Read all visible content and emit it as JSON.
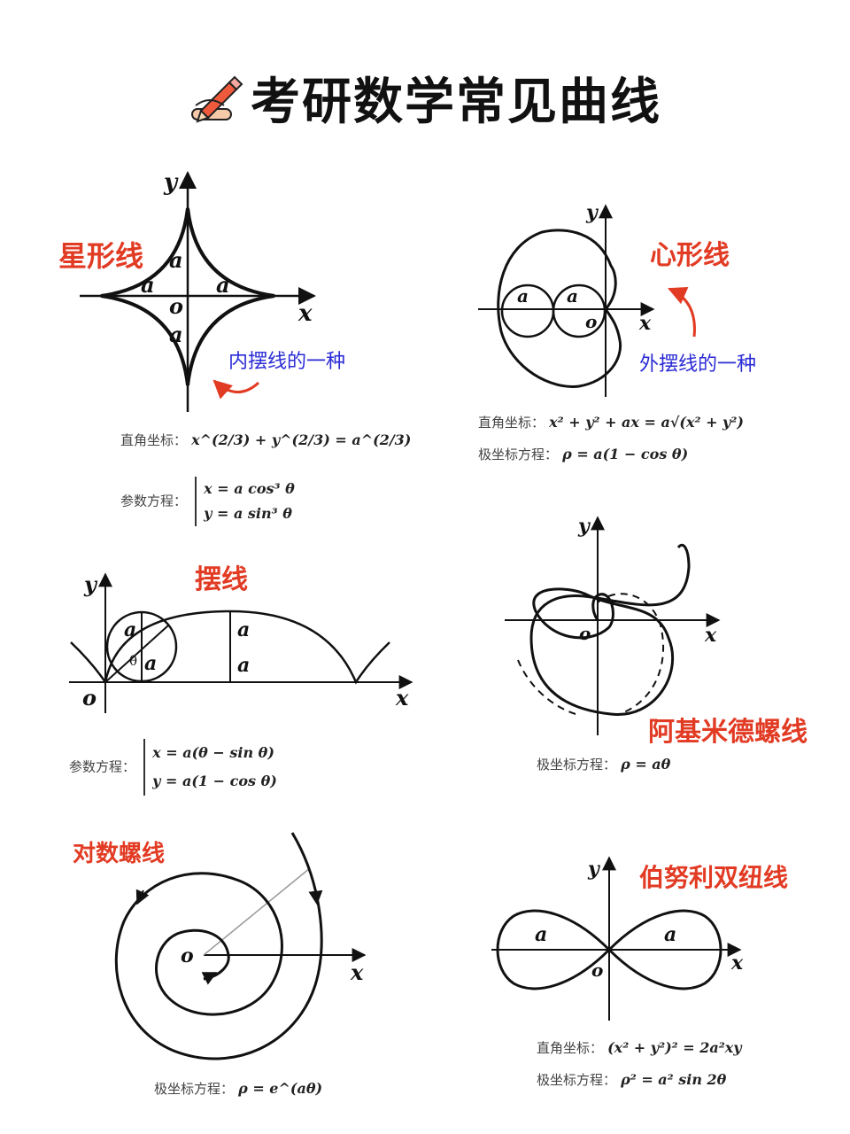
{
  "title": "考研数学常见曲线",
  "icon": "pencil-writing-icon",
  "colors": {
    "curve_name": "#e23b24",
    "note": "#2b2bd6",
    "arrow": "#e23b24"
  },
  "axis": {
    "x": "x",
    "y": "y",
    "o": "o",
    "theta": "θ"
  },
  "param_label": "a",
  "curves": {
    "astroid": {
      "name": "星形线",
      "note": "内摆线的一种",
      "rect_label": "直角坐标：",
      "rect_eq": "x^(2/3) + y^(2/3) = a^(2/3)",
      "param_label": "参数方程：",
      "param_eq_x": "x = a cos³ θ",
      "param_eq_y": "y = a sin³ θ"
    },
    "cardioid": {
      "name": "心形线",
      "note": "外摆线的一种",
      "rect_label": "直角坐标：",
      "rect_eq": "x² + y² + ax = a√(x² + y²)",
      "polar_label": "极坐标方程：",
      "polar_eq": "ρ = a(1 − cos θ)"
    },
    "cycloid": {
      "name": "摆线",
      "param_label": "参数方程：",
      "param_eq_x": "x = a(θ − sin θ)",
      "param_eq_y": "y = a(1 − cos θ)"
    },
    "archimedean": {
      "name": "阿基米德螺线",
      "polar_label": "极坐标方程：",
      "polar_eq": "ρ = aθ"
    },
    "logarithmic": {
      "name": "对数螺线",
      "polar_label": "极坐标方程：",
      "polar_eq": "ρ = e^(aθ)"
    },
    "lemniscate": {
      "name": "伯努利双纽线",
      "rect_label": "直角坐标：",
      "rect_eq": "(x² + y²)² = 2a²xy",
      "polar_label": "极坐标方程：",
      "polar_eq": "ρ² = a² sin 2θ"
    }
  }
}
